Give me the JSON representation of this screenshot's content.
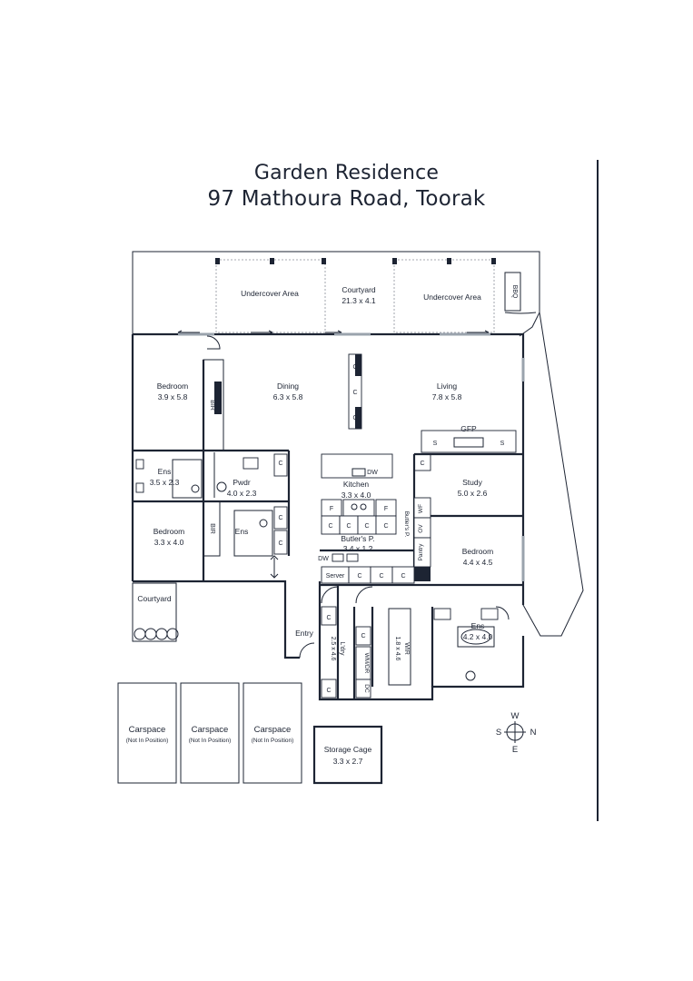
{
  "title": {
    "line1": "Garden Residence",
    "line2": "97 Mathoura Road, Toorak"
  },
  "rooms": {
    "undercover_left": "Undercover Area",
    "courtyard_top": "Courtyard",
    "courtyard_top_dim": "21.3 x 4.1",
    "undercover_right": "Undercover Area",
    "bbq": "BBQ",
    "bedroom1": "Bedroom",
    "bedroom1_dim": "3.9 x 5.8",
    "bir1": "BIR",
    "dining": "Dining",
    "dining_dim": "6.3 x 5.8",
    "living": "Living",
    "living_dim": "7.8 x 5.8",
    "gfp": "GFP",
    "s": "S",
    "c": "C",
    "ens1": "Ens",
    "ens1_dim": "3.5 x 2.3",
    "pwdr": "Pwdr",
    "pwdr_dim": "4.0 x 2.3",
    "dw": "DW",
    "kitchen": "Kitchen",
    "kitchen_dim": "3.3 x 4.0",
    "study": "Study",
    "study_dim": "5.0 x 2.6",
    "f": "F",
    "butlers_vertical": "Butler's P.",
    "wf": "WF",
    "ov": "OV",
    "pantry": "Pantry",
    "bedroom2": "Bedroom",
    "bedroom2_dim": "3.3 x 4.0",
    "bir2": "BIR",
    "ens2": "Ens",
    "butlers": "Butler's P.",
    "butlers_dim": "3.4 x 1.2",
    "bedroom3": "Bedroom",
    "bedroom3_dim": "4.4 x 4.5",
    "server": "Server",
    "courtyard_small": "Courtyard",
    "entry": "Entry",
    "ldry": "L'dry",
    "ldry_dim": "2.5 x 4.6",
    "wmdr": "WM/DR",
    "dc": "DC",
    "wir": "WIR",
    "wir_dim": "1.8 x 4.6",
    "ens3": "Ens",
    "ens3_dim": "4.2 x 4.0"
  },
  "carspaces": [
    {
      "label": "Carspace",
      "note": "(Not In Position)"
    },
    {
      "label": "Carspace",
      "note": "(Not In Position)"
    },
    {
      "label": "Carspace",
      "note": "(Not In Position)"
    }
  ],
  "storage": {
    "label": "Storage Cage",
    "dim": "3.3 x 2.7"
  },
  "compass": {
    "w": "W",
    "s": "S",
    "n": "N",
    "e": "E"
  }
}
